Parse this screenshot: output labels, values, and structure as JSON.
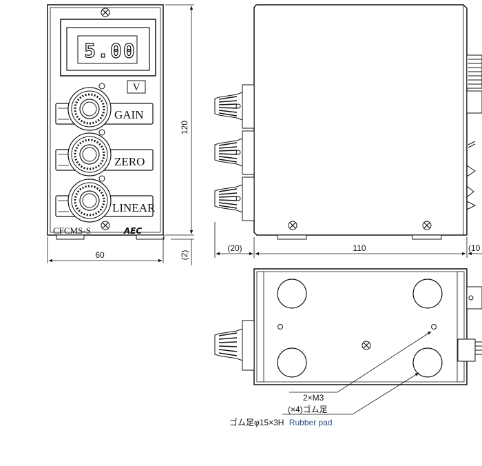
{
  "front_panel": {
    "display_value": "5.00",
    "unit_label": "V",
    "knobs": [
      {
        "label": "GAIN"
      },
      {
        "label": "ZERO"
      },
      {
        "label": "LINEAR"
      }
    ],
    "model_label": "CFCMS-S",
    "logo_text": "AEC"
  },
  "dimensions": {
    "front_width": "60",
    "front_height": "120",
    "foot_height": "(2)",
    "knob_depth": "(20)",
    "body_depth": "110",
    "connector_depth": "(10"
  },
  "callouts": {
    "screw": "2×M3",
    "feet_count": "(×4)ゴム足",
    "pad_spec_jp": "ゴム足φ15×3H",
    "pad_spec_en": "Rubber pad"
  }
}
